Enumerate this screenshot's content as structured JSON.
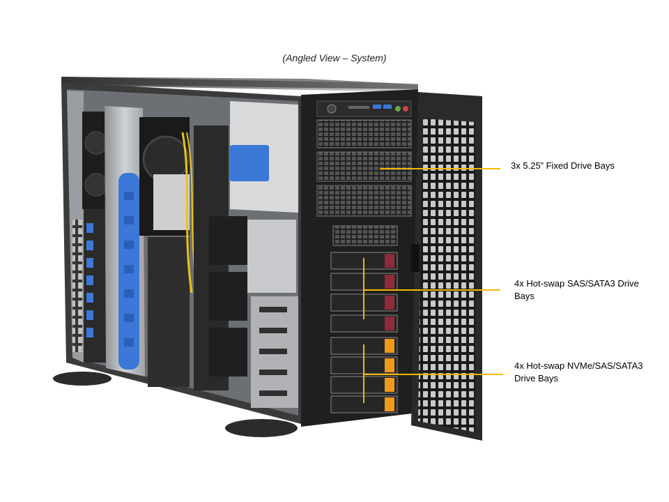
{
  "caption": "(Angled View – System)",
  "callouts": [
    {
      "id": "fixed-bays",
      "lines": [
        "3x 5.25” Fixed Drive Bays"
      ]
    },
    {
      "id": "sas-bays",
      "lines": [
        "4x Hot-swap SAS/SATA3 Drive",
        "Bays"
      ]
    },
    {
      "id": "nvme-bays",
      "lines": [
        "4x Hot-swap NVMe/SAS/SATA3",
        "Drive Bays"
      ]
    }
  ],
  "colors": {
    "callout_line": "#F5B800",
    "tray_blue": "#3B78D8",
    "tray_orange": "#F09A1A",
    "tray_red": "#8E2A3A",
    "chassis_dark": "#2a2a2a",
    "chassis_silver": "#b9bcc0"
  }
}
